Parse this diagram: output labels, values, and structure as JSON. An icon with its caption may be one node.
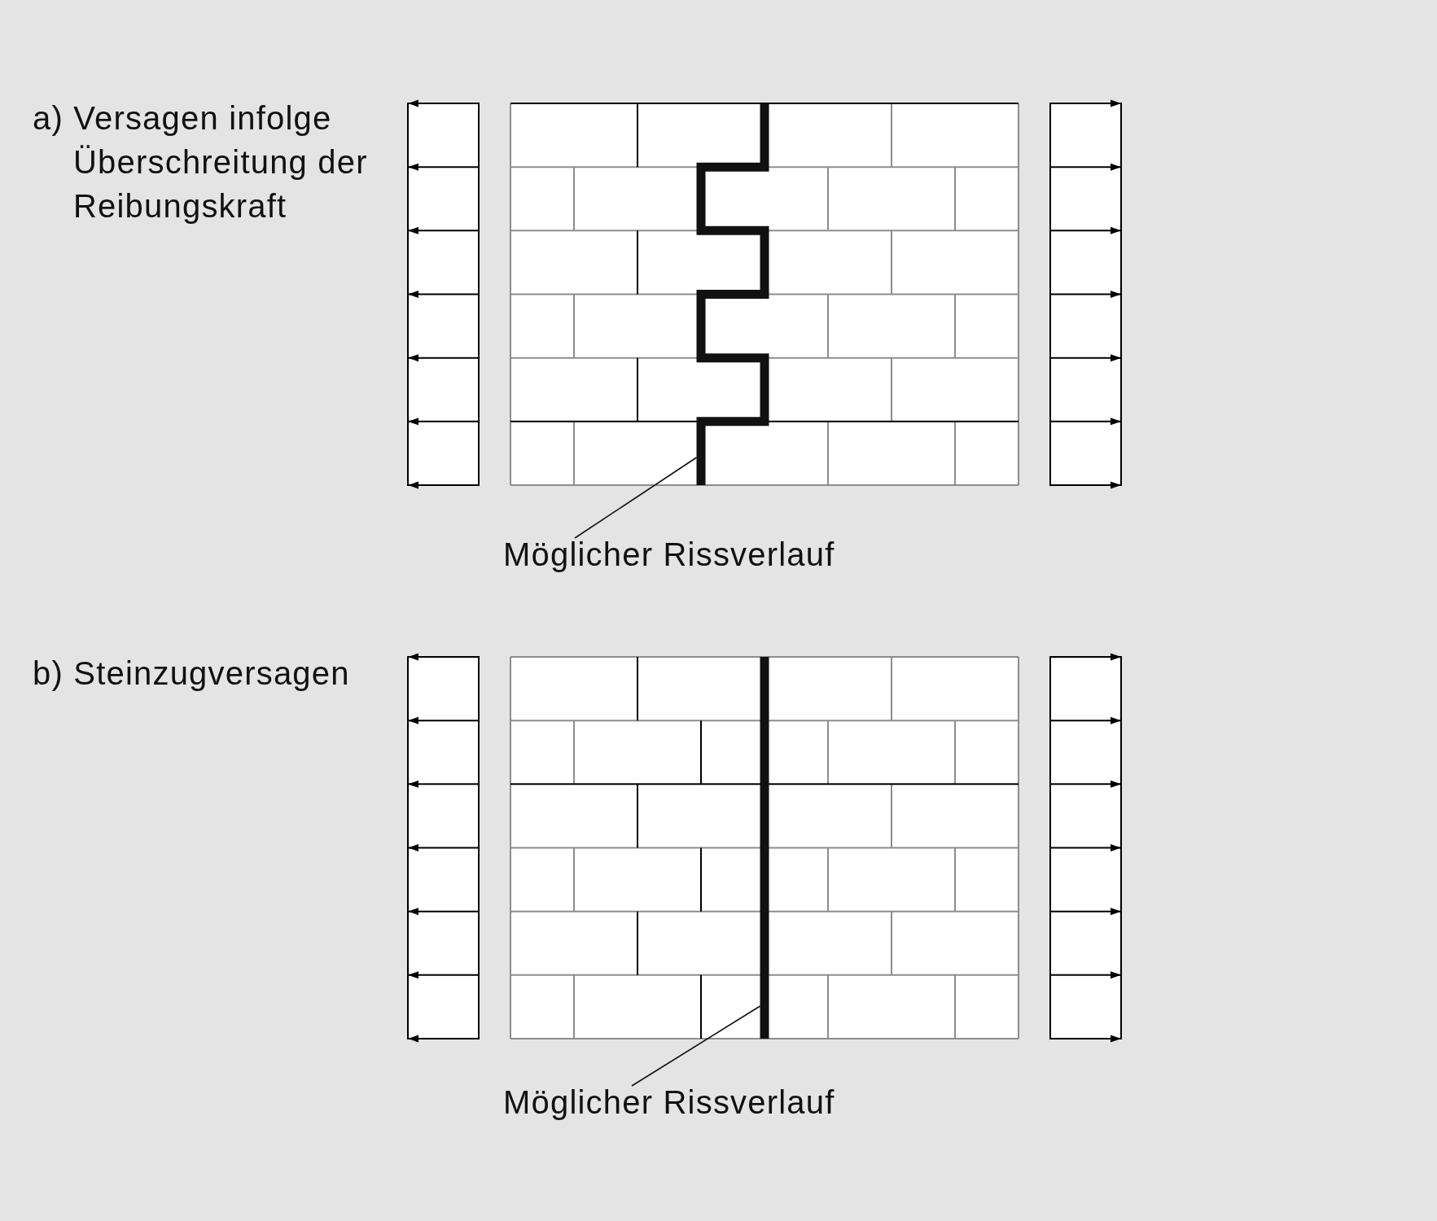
{
  "diagram": {
    "nodes": [
      {
        "text": [],
        "shape": "line"
      },
      {
        "text": [
          "Möglicher Rissverlauf"
        ]
      },
      {
        "text": [],
        "shape": "line"
      },
      {
        "text": [
          "Möglicher Rissverlauf"
        ]
      }
    ],
    "edges": [
      {
        "from": 1,
        "to": 0,
        "arrow": "none"
      },
      {
        "from": 3,
        "to": 2,
        "arrow": "none"
      }
    ],
    "labels": [
      "a) Versagen infolge Überschreitung der Reibungskraft",
      "b) Steinzugversagen"
    ]
  }
}
